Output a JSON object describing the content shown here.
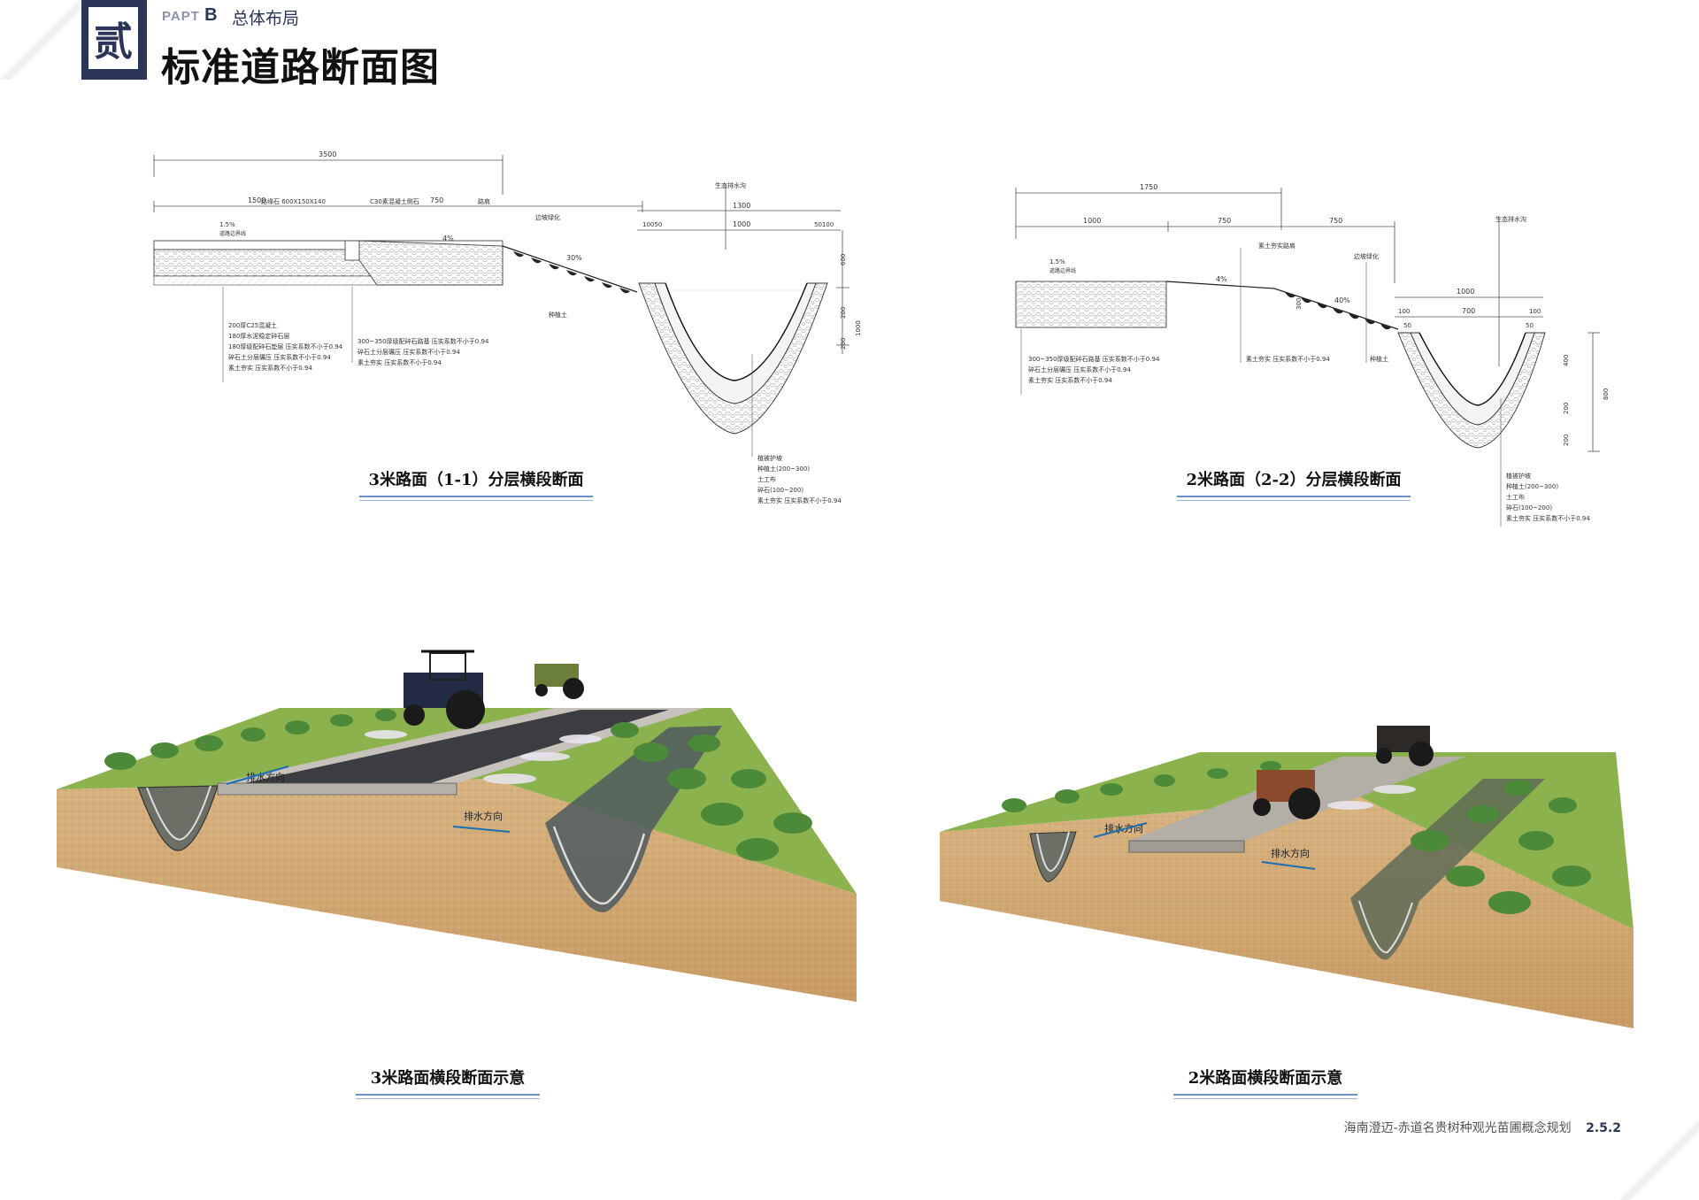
{
  "header": {
    "part_prefix": "PAPT",
    "part_letter": "B",
    "section": "总体布局",
    "title": "标准道路断面图",
    "logo_char": "贰"
  },
  "drawings": {
    "d1": {
      "caption": "3米路面（1-1）分层横段断面",
      "dim_total": "3500",
      "dim_sub": "1500",
      "dim_750": "750",
      "dim_1300": "1300",
      "dim_1000": "1000",
      "dim_100a": "10050",
      "dim_100b": "50100",
      "v600": "600",
      "v1000": "1000",
      "v200a": "200",
      "v200b": "200",
      "slope1": "1.5%",
      "slope2": "4%",
      "slope3": "30%",
      "label_curb": "路缘石 600X150X140",
      "label_c30": "C30素混凝土侧石",
      "label_edge": "路肩",
      "label_grass": "边坡绿化",
      "label_drain": "生态排水沟",
      "label_edge2": "道路边界线",
      "label_soil": "种植土",
      "layers_left": [
        "200厚C25混凝土",
        "180厚水泥稳定碎石层",
        "180厚级配碎石垫层 压实系数不小于0.94",
        "碎石土分层碾压 压实系数不小于0.94",
        "素土夯实 压实系数不小于0.94"
      ],
      "layers_mid": [
        "300~350厚级配碎石路基 压实系数不小于0.94",
        "碎石土分层碾压 压实系数不小于0.94",
        "素土夯实 压实系数不小于0.94"
      ],
      "layers_ditch": [
        "植被护坡",
        "种植土(200~300)",
        "土工布",
        "碎石(100~200)",
        "素土夯实 压实系数不小于0.94"
      ]
    },
    "d2": {
      "caption": "2米路面（2-2）分层横段断面",
      "dim_total": "1750",
      "dim_1000": "1000",
      "dim_750a": "750",
      "dim_750b": "750",
      "dim_1000b": "1000",
      "dim_700": "700",
      "dim_100a": "100",
      "dim_100b": "100",
      "dim_50a": "50",
      "dim_50b": "50",
      "v300": "300",
      "v400": "400",
      "v800": "800",
      "v200a": "200",
      "v200b": "200",
      "slope1": "1.5%",
      "slope2": "4%",
      "slope3": "40%",
      "label_drain": "生态排水沟",
      "label_grass": "边坡绿化",
      "label_soil_top": "素土夯实路肩",
      "label_edge2": "道路边界线",
      "label_plant": "种植土",
      "label_compact": "素土夯实 压实系数不小于0.94",
      "layers_left": [
        "300~350厚级配碎石路基 压实系数不小于0.94",
        "碎石土分层碾压 压实系数不小于0.94",
        "素土夯实 压实系数不小于0.94"
      ],
      "layers_ditch": [
        "植被护坡",
        "种植土(200~300)",
        "土工布",
        "碎石(100~200)",
        "素土夯实 压实系数不小于0.94"
      ]
    },
    "r1": {
      "caption": "3米路面横段断面示意",
      "arrow1": "排水方向",
      "arrow2": "排水方向"
    },
    "r2": {
      "caption": "2米路面横段断面示意",
      "arrow1": "排水方向",
      "arrow2": "排水方向"
    }
  },
  "footer": {
    "project": "海南澄迈-赤道名贵树种观光苗圃概念规划",
    "page": "2.5.2"
  }
}
